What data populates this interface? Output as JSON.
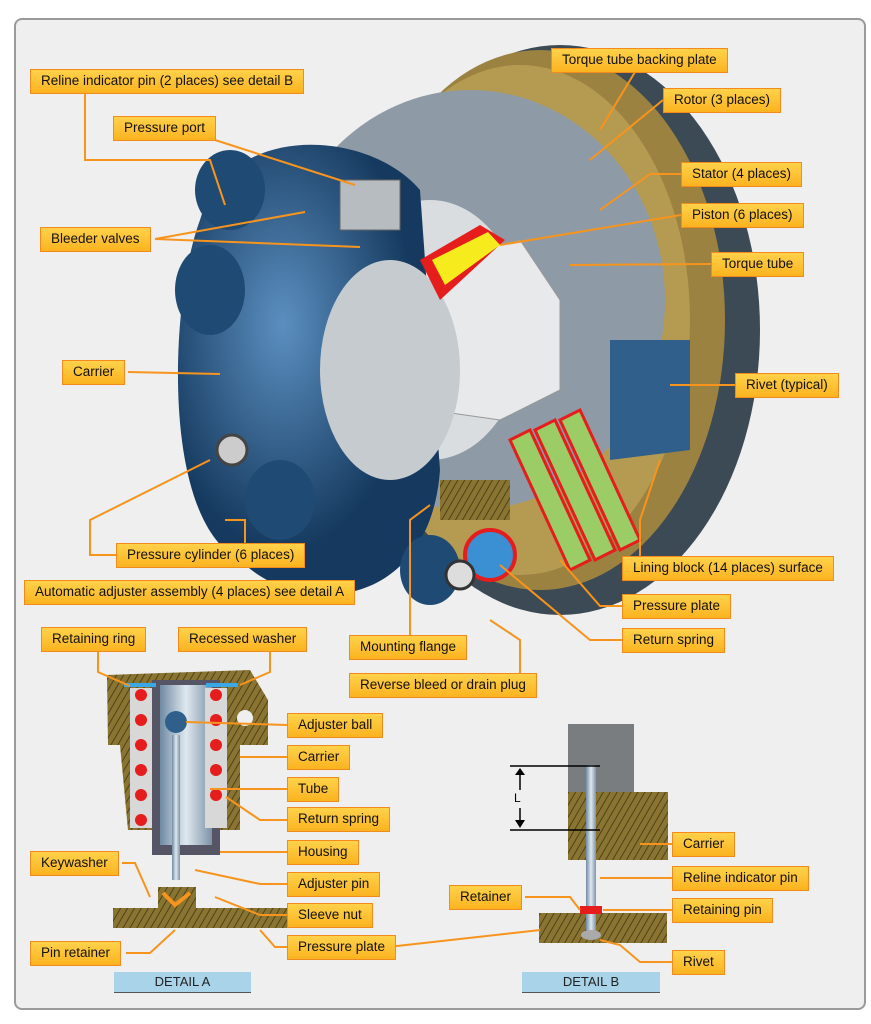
{
  "main_labels": {
    "reline_pin": "Reline indicator pin (2 places) see detail B",
    "pressure_port": "Pressure port",
    "bleeder_valves": "Bleeder valves",
    "carrier": "Carrier",
    "pressure_cylinder": "Pressure cylinder (6 places)",
    "auto_adjuster": "Automatic adjuster assembly (4 places) see detail A",
    "torque_tube_backing_plate": "Torque tube backing plate",
    "rotor": "Rotor (3 places)",
    "stator": "Stator (4 places)",
    "piston": "Piston (6 places)",
    "torque_tube": "Torque tube",
    "rivet": "Rivet (typical)",
    "lining_block": "Lining block (14 places) surface",
    "pressure_plate": "Pressure plate",
    "return_spring": "Return spring",
    "mounting_flange": "Mounting flange",
    "reverse_bleed": "Reverse bleed or drain plug"
  },
  "detail_a": {
    "title": "DETAIL A",
    "retaining_ring": "Retaining ring",
    "recessed_washer": "Recessed washer",
    "adjuster_ball": "Adjuster ball",
    "carrier": "Carrier",
    "tube": "Tube",
    "return_spring": "Return spring",
    "housing": "Housing",
    "adjuster_pin": "Adjuster pin",
    "sleeve_nut": "Sleeve nut",
    "pressure_plate": "Pressure plate",
    "keywasher": "Keywasher",
    "pin_retainer": "Pin retainer"
  },
  "detail_b": {
    "title": "DETAIL B",
    "length_marker": "L",
    "carrier": "Carrier",
    "reline_pin": "Reline indicator pin",
    "retaining_pin": "Retaining pin",
    "retainer": "Retainer",
    "rivet": "Rivet"
  },
  "colors": {
    "label_fill": "#fbb320",
    "label_border": "#f38b1c",
    "leader": "#f7941d",
    "carrier_blue": "#2f5f8a",
    "detail_tab": "#a9d3e8"
  }
}
